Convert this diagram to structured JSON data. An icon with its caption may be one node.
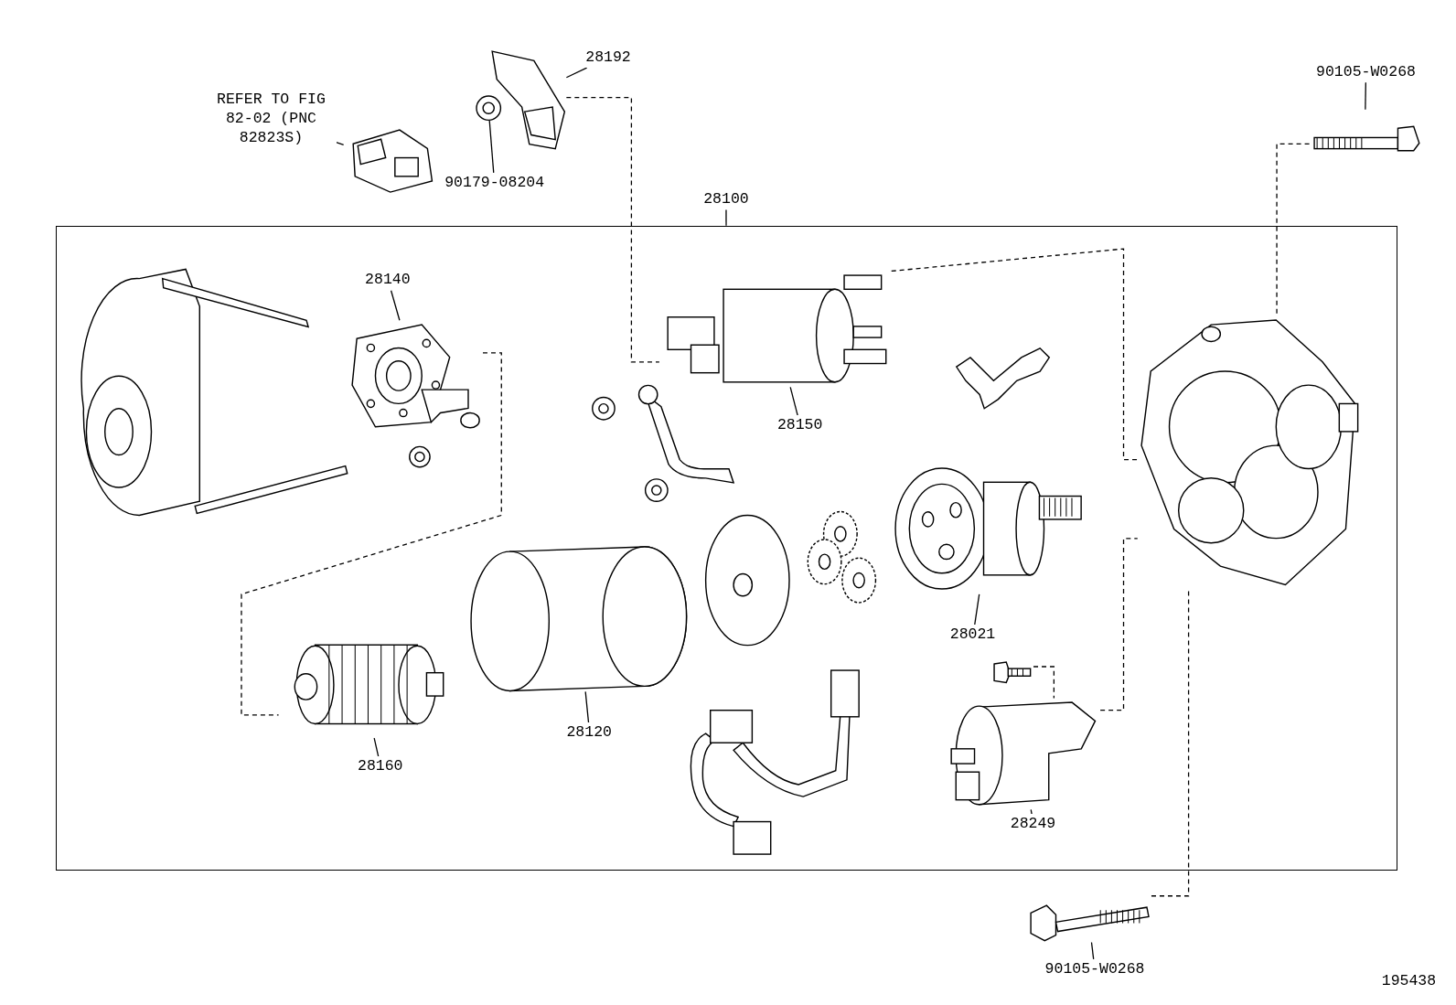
{
  "diagram": {
    "nodes": [
      {
        "text": [
          "REFER TO FIG 82-02 (PNC 82823S)"
        ]
      },
      {
        "text": [],
        "shape": "picture"
      },
      {
        "text": [
          "28192"
        ]
      },
      {
        "text": [],
        "shape": "picture"
      },
      {
        "text": [
          "90179-08204"
        ]
      },
      {
        "text": [],
        "shape": "picture"
      },
      {
        "text": [
          "90105-W0268"
        ]
      },
      {
        "text": [],
        "shape": "picture"
      },
      {
        "text": [
          "28100"
        ]
      },
      {
        "text": [],
        "shape": "box"
      },
      {
        "text": [
          "28140"
        ],
        "in": 9
      },
      {
        "text": [],
        "shape": "picture",
        "in": 9
      },
      {
        "text": [
          "28150"
        ],
        "in": 9
      },
      {
        "text": [],
        "shape": "picture",
        "in": 9
      },
      {
        "text": [
          "28021"
        ],
        "in": 9
      },
      {
        "text": [],
        "shape": "picture",
        "in": 9
      },
      {
        "text": [
          "28120"
        ],
        "in": 9
      },
      {
        "text": [],
        "shape": "picture",
        "in": 9
      },
      {
        "text": [
          "28160"
        ],
        "in": 9
      },
      {
        "text": [],
        "shape": "picture",
        "in": 9
      },
      {
        "text": [
          "28249"
        ],
        "in": 9
      },
      {
        "text": [],
        "shape": "picture",
        "in": 9
      },
      {
        "text": [
          "90105-W0268"
        ]
      },
      {
        "text": [],
        "shape": "picture"
      },
      {
        "text": [],
        "shape": "picture",
        "in": 9
      },
      {
        "text": [],
        "shape": "picture",
        "in": 9
      }
    ],
    "edges": [
      {
        "from": 0,
        "to": 1,
        "arrow": "none"
      },
      {
        "from": 2,
        "to": 3,
        "arrow": "none"
      },
      {
        "from": 4,
        "to": 5,
        "arrow": "none"
      },
      {
        "from": 6,
        "to": 7,
        "arrow": "none"
      },
      {
        "from": 8,
        "to": 9,
        "arrow": "none"
      },
      {
        "from": 10,
        "to": 11,
        "arrow": "none"
      },
      {
        "from": 12,
        "to": 13,
        "arrow": "none"
      },
      {
        "from": 14,
        "to": 15,
        "arrow": "none"
      },
      {
        "from": 16,
        "to": 17,
        "arrow": "none"
      },
      {
        "from": 18,
        "to": 19,
        "arrow": "none"
      },
      {
        "from": 20,
        "to": 21,
        "arrow": "none"
      },
      {
        "from": 22,
        "to": 23,
        "arrow": "none"
      },
      {
        "from": 3,
        "to": 13,
        "arrow": "none",
        "style": "dashed"
      },
      {
        "from": 13,
        "to": 24,
        "arrow": "none",
        "style": "dashed"
      },
      {
        "from": 7,
        "to": 24,
        "arrow": "none",
        "style": "dashed"
      },
      {
        "from": 11,
        "to": 19,
        "arrow": "none",
        "style": "dashed"
      },
      {
        "from": 21,
        "to": 24,
        "arrow": "none",
        "style": "dashed"
      },
      {
        "from": 25,
        "to": 21,
        "arrow": "none",
        "style": "dashed"
      },
      {
        "from": 23,
        "to": 24,
        "arrow": "none",
        "style": "dashed"
      }
    ],
    "labels": [
      "195438"
    ]
  }
}
